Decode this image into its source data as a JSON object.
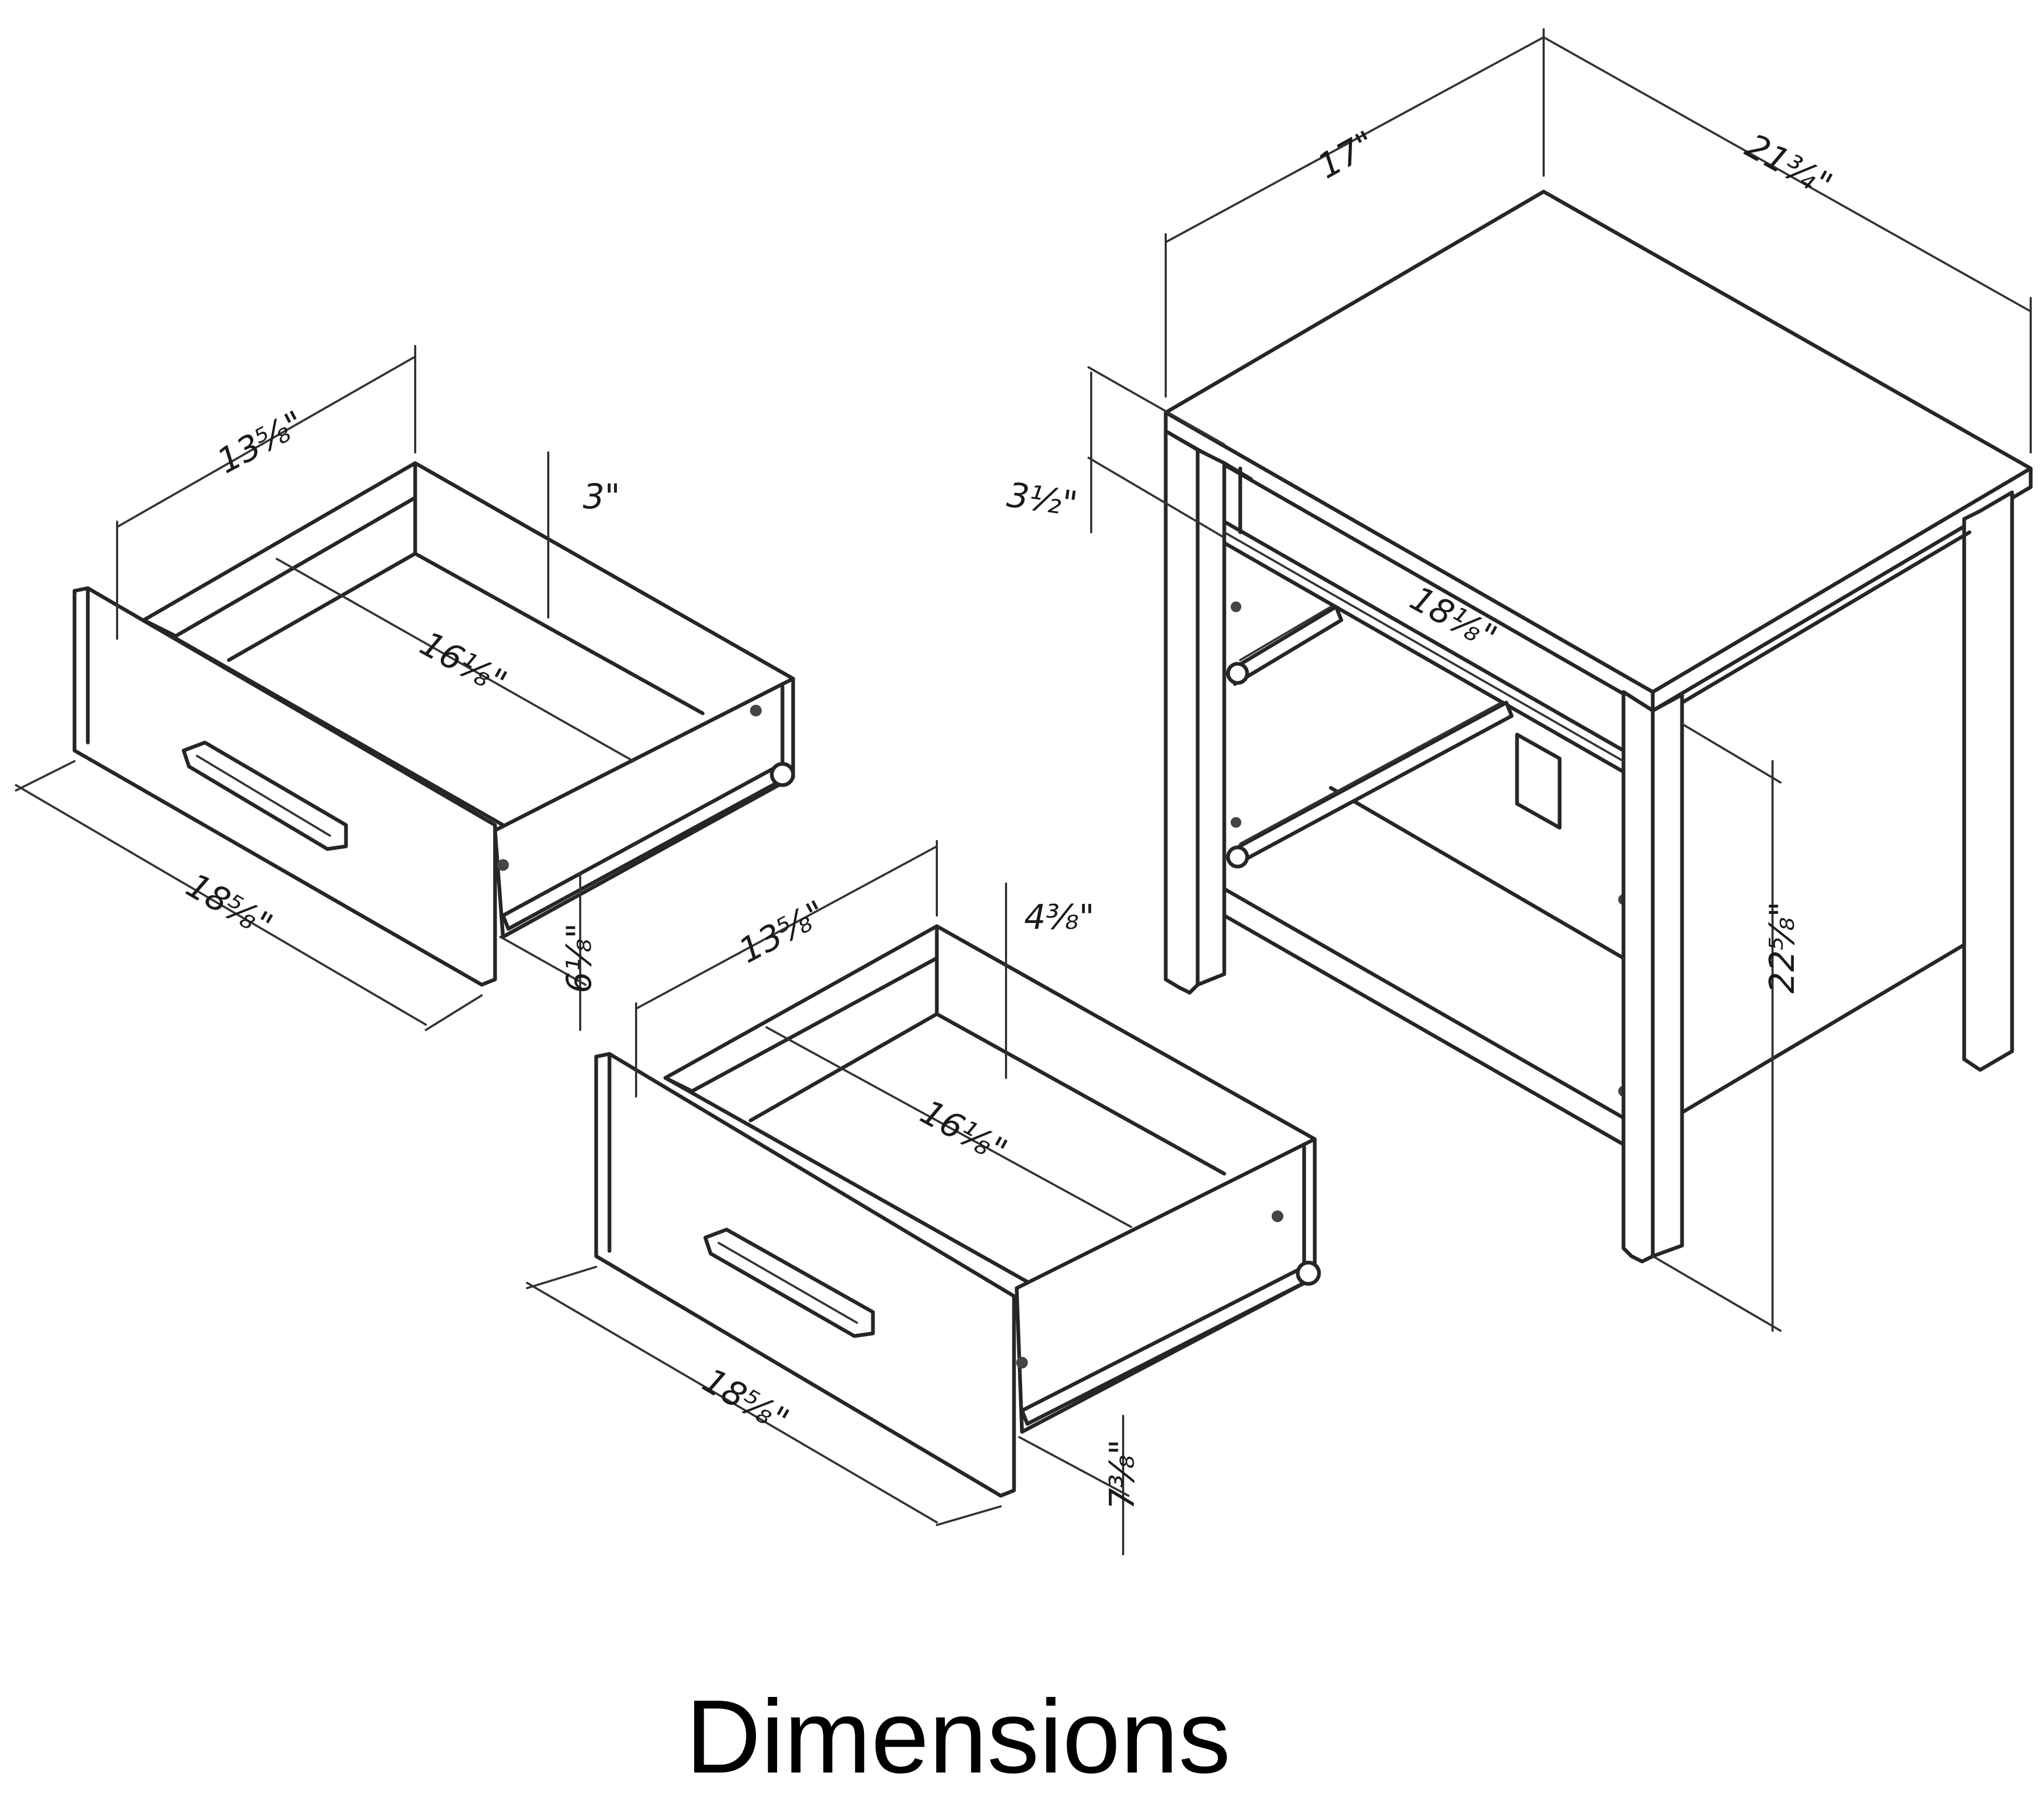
{
  "title": "Dimensions",
  "colors": {
    "line": "#262626",
    "background": "#ffffff",
    "text": "#000000"
  },
  "nightstand": {
    "top_width": "17\"",
    "top_depth": "21¾\"",
    "apron_height": "3½\"",
    "interior_width": "18⅛\"",
    "leg_height": "22⅝\""
  },
  "drawer_top": {
    "depth": "13⅝\"",
    "inner_height": "3\"",
    "inner_width": "16⅛\"",
    "width": "18⅝\"",
    "front_height": "6⅛\""
  },
  "drawer_bottom": {
    "depth": "13⅝\"",
    "inner_height": "4⅜\"",
    "inner_width": "16⅛\"",
    "width": "18⅝\"",
    "front_height": "7⅜\""
  }
}
